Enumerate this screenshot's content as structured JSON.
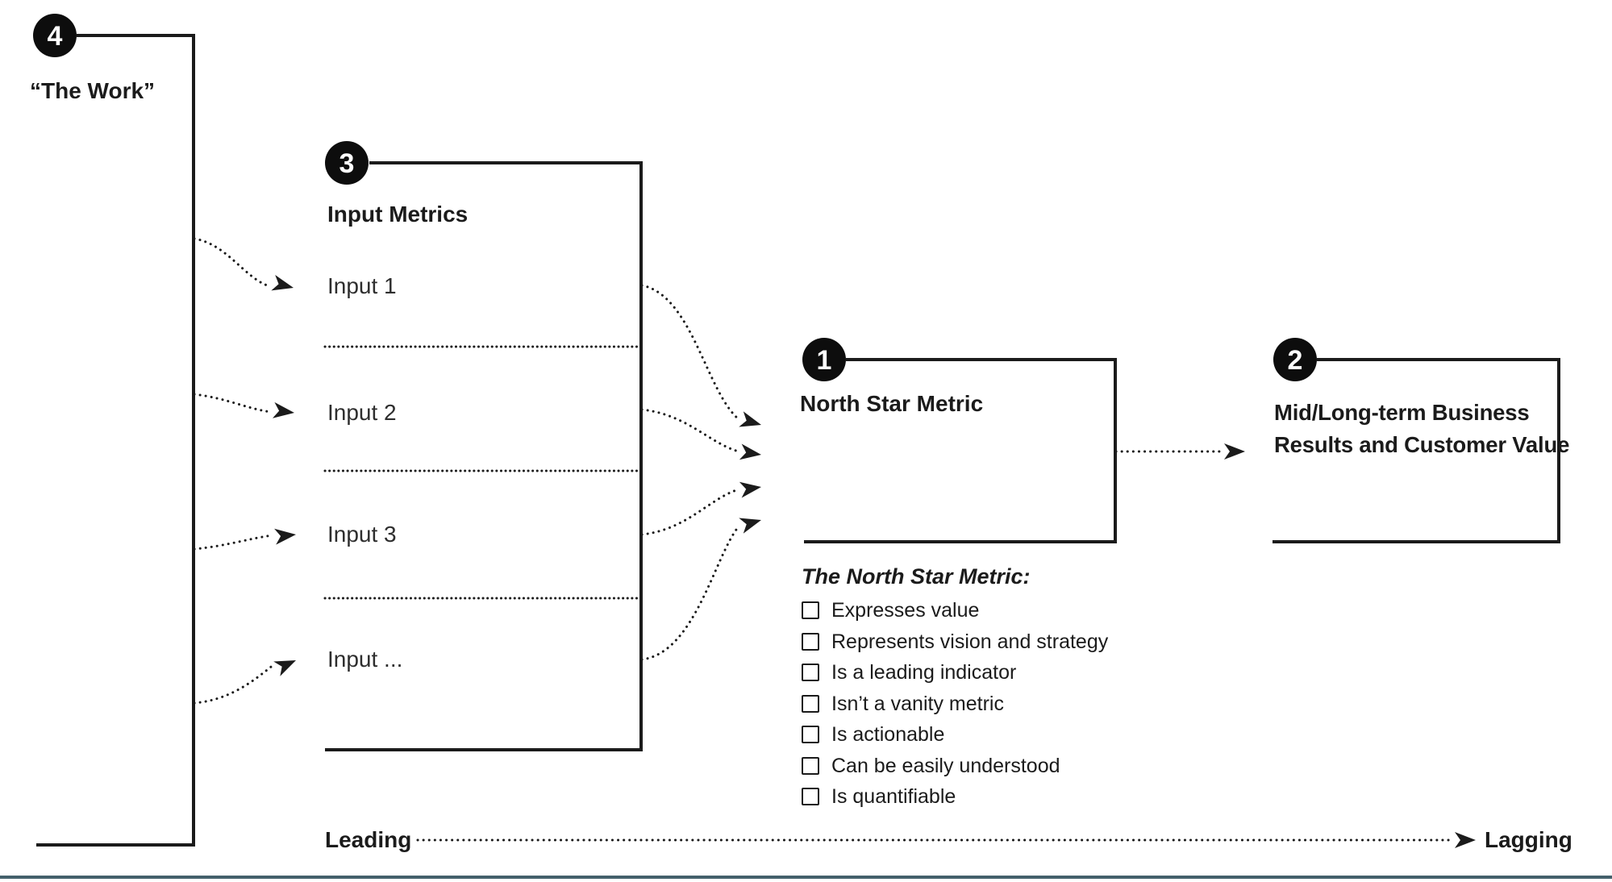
{
  "colors": {
    "ink": "#1b1b1b",
    "bottom_bar": "#44606b"
  },
  "work": {
    "number": "4",
    "label": "“The Work”"
  },
  "input_metrics": {
    "number": "3",
    "title": "Input Metrics",
    "inputs": [
      "Input 1",
      "Input 2",
      "Input 3",
      "Input ..."
    ]
  },
  "north_star": {
    "number": "1",
    "title": "North Star Metric"
  },
  "business_results": {
    "number": "2",
    "title_line1": "Mid/Long-term Business",
    "title_line2": "Results and Customer Value"
  },
  "checklist": {
    "title": "The North Star Metric:",
    "items": [
      "Expresses value",
      "Represents vision and strategy",
      "Is a leading indicator",
      "Isn’t a vanity metric",
      "Is actionable",
      "Can be easily understood",
      "Is quantifiable"
    ]
  },
  "timeline": {
    "left_label": "Leading",
    "right_label": "Lagging"
  }
}
